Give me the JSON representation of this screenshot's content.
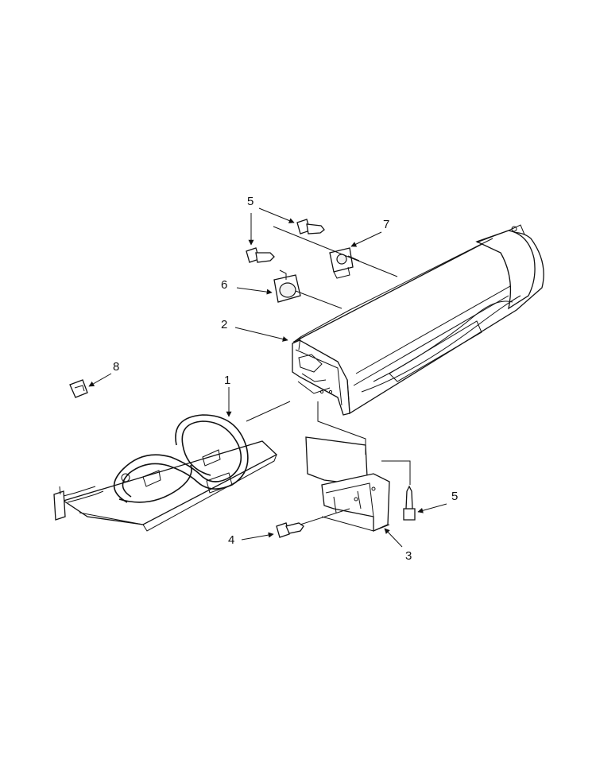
{
  "callouts": [
    {
      "id": "c5a",
      "label": "5"
    },
    {
      "id": "c7",
      "label": "7"
    },
    {
      "id": "c6",
      "label": "6"
    },
    {
      "id": "c2",
      "label": "2"
    },
    {
      "id": "c8",
      "label": "8"
    },
    {
      "id": "c1",
      "label": "1"
    },
    {
      "id": "c5b",
      "label": "5"
    },
    {
      "id": "c4",
      "label": "4"
    },
    {
      "id": "c3",
      "label": "3"
    }
  ],
  "colors": {
    "ink": "#111111",
    "paper": "#ffffff",
    "shade": "#f2f2f2"
  }
}
